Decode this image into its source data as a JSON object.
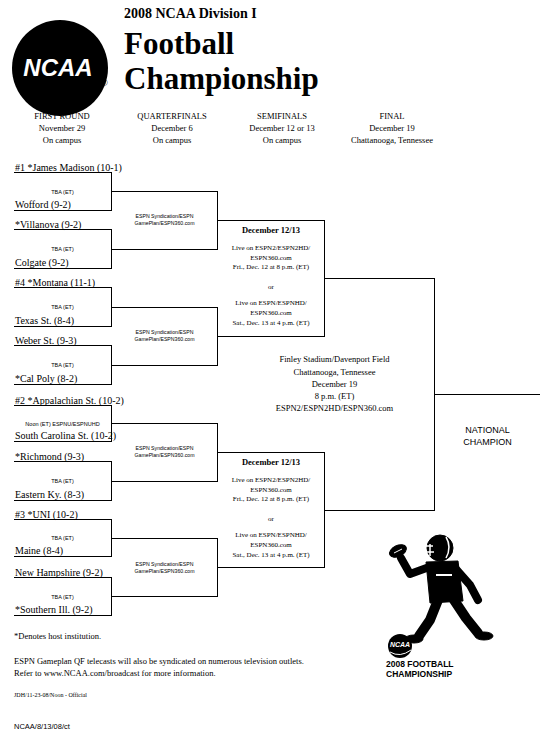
{
  "diagram": {
    "title": "Football Championship",
    "nodes": [
      {
        "text": [
          "#1 *James Madison (10-1)",
          "TBA (ET)",
          "Wofford (9-2)"
        ]
      },
      {
        "text": [
          "*Villanova (9-2)",
          "TBA (ET)",
          "Colgate (9-2)"
        ]
      },
      {
        "text": [
          "#4 *Montana (11-1)",
          "TBA (ET)",
          "Texas St. (8-4)"
        ]
      },
      {
        "text": [
          "Weber St. (9-3)",
          "TBA (ET)",
          "*Cal Poly (8-2)"
        ]
      },
      {
        "text": [
          "#2 *Appalachian St. (10-2)",
          "Noon (ET) ESPNU/ESPNUHD",
          "South Carolina St. (10-2)"
        ]
      },
      {
        "text": [
          "*Richmond (9-3)",
          "TBA (ET)",
          "Eastern Ky. (8-3)"
        ]
      },
      {
        "text": [
          "#3 *UNI (10-2)",
          "TBA (ET)",
          "Maine (8-4)"
        ]
      },
      {
        "text": [
          "New Hampshire (9-2)",
          "TBA (ET)",
          "*Southern Ill. (9-2)"
        ]
      },
      {
        "text": [
          "ESPN Syndication/ESPN GamePlan/ESPN360.com"
        ]
      },
      {
        "text": [
          "ESPN Syndication/ESPN GamePlan/ESPN360.com"
        ]
      },
      {
        "text": [
          "ESPN Syndication/ESPN GamePlan/ESPN360.com"
        ]
      },
      {
        "text": [
          "ESPN Syndication/ESPN GamePlan/ESPN360.com"
        ]
      },
      {
        "text": [
          "December 12/13",
          "Live on ESPN2/ESPN2HD/ ESPN360.com",
          "Fri., Dec. 12 at 8 p.m. (ET)",
          "or",
          "Live on ESPN/ESPNHD/ ESPN360.com",
          "Sat., Dec. 13 at 4 p.m. (ET)"
        ]
      },
      {
        "text": [
          "December 12/13",
          "Live on ESPN2/ESPN2HD/ ESPN360.com",
          "Fri., Dec. 12 at 8 p.m. (ET)",
          "or",
          "Live on ESPN/ESPNHD/ ESPN360.com",
          "Sat., Dec. 13 at 4 p.m. (ET)"
        ]
      },
      {
        "text": [
          "Finley Stadium/Davenport Field",
          "Chattanooga, Tennessee",
          "December 19",
          "8 p.m. (ET)",
          "ESPN2/ESPN2HD/ESPN360.com"
        ]
      },
      {
        "text": [
          "NATIONAL CHAMPION"
        ]
      }
    ],
    "edges": [
      {
        "from": 0,
        "to": 8,
        "arrow": "none"
      },
      {
        "from": 1,
        "to": 8,
        "arrow": "none"
      },
      {
        "from": 2,
        "to": 9,
        "arrow": "none"
      },
      {
        "from": 3,
        "to": 9,
        "arrow": "none"
      },
      {
        "from": 4,
        "to": 10,
        "arrow": "none"
      },
      {
        "from": 5,
        "to": 10,
        "arrow": "none"
      },
      {
        "from": 6,
        "to": 11,
        "arrow": "none"
      },
      {
        "from": 7,
        "to": 11,
        "arrow": "none"
      },
      {
        "from": 8,
        "to": 12,
        "arrow": "none"
      },
      {
        "from": 9,
        "to": 12,
        "arrow": "none"
      },
      {
        "from": 10,
        "to": 13,
        "arrow": "none"
      },
      {
        "from": 11,
        "to": 13,
        "arrow": "none"
      },
      {
        "from": 12,
        "to": 14,
        "arrow": "none"
      },
      {
        "from": 13,
        "to": 14,
        "arrow": "none"
      },
      {
        "from": 14,
        "to": 15,
        "arrow": "none"
      }
    ],
    "labels": [
      "NCAA",
      "®",
      "2008 NCAA Division I",
      "FIRST ROUND",
      "November 29",
      "On campus",
      "QUARTERFINALS",
      "December 6",
      "On campus",
      "SEMIFINALS",
      "December 12 or 13",
      "On campus",
      "FINAL",
      "December 19",
      "Chattanooga, Tennessee",
      "*Denotes host institution.",
      "ESPN Gameplan QF telecasts will also be syndicated on numerous television outlets.",
      "Refer to www.NCAA.com/broadcast for more information.",
      "JDH/11-23-08/Noon - Official",
      "NCAA/8/13/08/ct",
      "NCAA",
      "2008 FOOTBALL CHAMPIONSHIP"
    ]
  }
}
